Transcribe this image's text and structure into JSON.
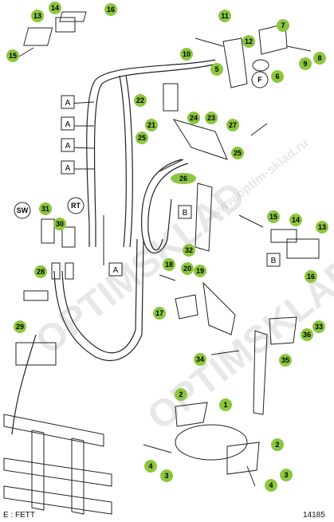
{
  "callouts": [
    {
      "n": "13",
      "c": "green"
    },
    {
      "n": "14",
      "c": "green"
    },
    {
      "n": "16",
      "c": "green"
    },
    {
      "n": "15",
      "c": "green"
    },
    {
      "n": "11",
      "c": "green"
    },
    {
      "n": "7",
      "c": "green"
    },
    {
      "n": "12",
      "c": "green"
    },
    {
      "n": "10",
      "c": "green"
    },
    {
      "n": "9",
      "c": "green"
    },
    {
      "n": "8",
      "c": "green"
    },
    {
      "n": "5",
      "c": "green"
    },
    {
      "n": "6",
      "c": "green"
    },
    {
      "n": "F",
      "c": "white"
    },
    {
      "n": "22",
      "c": "green"
    },
    {
      "n": "21",
      "c": "green"
    },
    {
      "n": "24",
      "c": "green"
    },
    {
      "n": "23",
      "c": "green"
    },
    {
      "n": "27",
      "c": "green"
    },
    {
      "n": "25",
      "c": "green"
    },
    {
      "n": "25",
      "c": "green"
    },
    {
      "n": "26",
      "c": "green"
    },
    {
      "n": "SW",
      "c": "white"
    },
    {
      "n": "RT",
      "c": "white"
    },
    {
      "n": "31",
      "c": "green"
    },
    {
      "n": "30",
      "c": "green"
    },
    {
      "n": "28",
      "c": "green"
    },
    {
      "n": "29",
      "c": "green"
    },
    {
      "n": "15",
      "c": "green"
    },
    {
      "n": "14",
      "c": "green"
    },
    {
      "n": "13",
      "c": "green"
    },
    {
      "n": "16",
      "c": "green"
    },
    {
      "n": "18",
      "c": "green"
    },
    {
      "n": "20",
      "c": "green"
    },
    {
      "n": "19",
      "c": "green"
    },
    {
      "n": "17",
      "c": "green"
    },
    {
      "n": "32",
      "c": "green"
    },
    {
      "n": "33",
      "c": "green"
    },
    {
      "n": "36",
      "c": "green"
    },
    {
      "n": "34",
      "c": "green"
    },
    {
      "n": "35",
      "c": "green"
    },
    {
      "n": "1",
      "c": "green"
    },
    {
      "n": "2",
      "c": "green"
    },
    {
      "n": "2",
      "c": "green"
    },
    {
      "n": "4",
      "c": "green"
    },
    {
      "n": "3",
      "c": "green"
    },
    {
      "n": "3",
      "c": "green"
    },
    {
      "n": "4",
      "c": "green"
    }
  ],
  "boxes": [
    "A",
    "A",
    "A",
    "A",
    "A",
    "B",
    "B"
  ],
  "watermark": "OPTIMSKLAD",
  "watermark_url": "www.optim-sklad.ru",
  "footer_left": "E : FETT",
  "footer_right": "14185",
  "colors": {
    "callout_green": "#8cc63f",
    "line": "#222222"
  }
}
